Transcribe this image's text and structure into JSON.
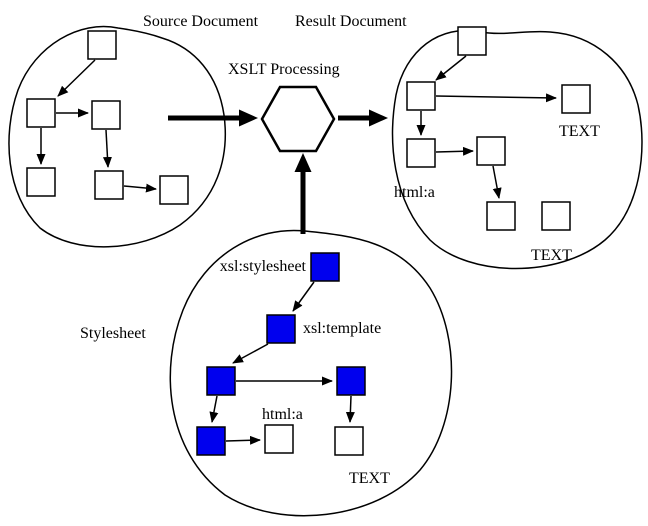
{
  "diagram_type": "flow-diagram",
  "colors": {
    "blue_node": "#0000ee",
    "white_node": "#ffffff",
    "stroke": "#000000",
    "background": "#ffffff"
  },
  "labels": {
    "source_region": "Source Document",
    "result_region": "Result Document",
    "processor": "XSLT Processing",
    "stylesheet_region": "Stylesheet",
    "result_html_a": "html:a",
    "result_text_1": "TEXT",
    "result_text_2": "TEXT",
    "xsl_stylesheet": "xsl:stylesheet",
    "xsl_template": "xsl:template",
    "style_html_a": "html:a",
    "style_text": "TEXT"
  },
  "structure": {
    "source_document": {
      "node_count": 6,
      "node_style": "white-square",
      "shape": "hand-drawn blob, top left"
    },
    "processor": {
      "shape": "hexagon",
      "label": "XSLT Processing"
    },
    "result_document": {
      "node_count": 7,
      "node_style": "white-square",
      "labeled_nodes": [
        "html:a",
        "TEXT",
        "TEXT"
      ],
      "shape": "hand-drawn blob, top right"
    },
    "stylesheet": {
      "blue_node_count": 5,
      "white_node_count": 2,
      "labeled_nodes": [
        "xsl:stylesheet",
        "xsl:template",
        "html:a",
        "TEXT"
      ],
      "shape": "hand-drawn blob, bottom center"
    },
    "flows": [
      "source-document -> xslt-processing",
      "stylesheet -> xslt-processing",
      "xslt-processing -> result-document"
    ]
  }
}
